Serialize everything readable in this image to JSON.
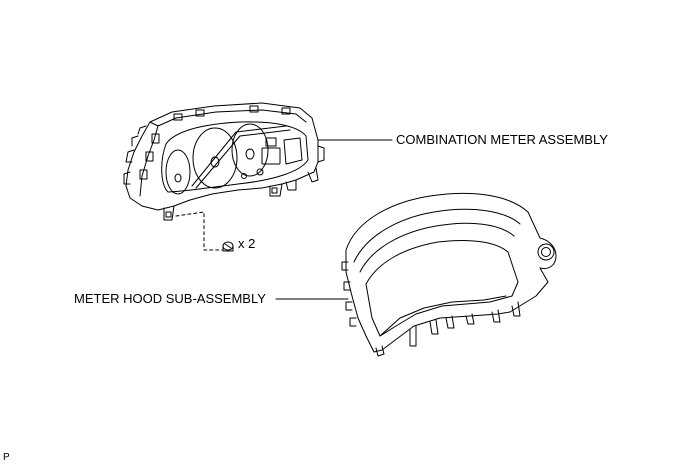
{
  "callouts": {
    "combination_meter": "COMBINATION METER ASSEMBLY",
    "meter_hood": "METER HOOD SUB-ASSEMBLY",
    "screw_quantity": "x 2"
  },
  "figure_code": "P",
  "colors": {
    "line": "#000000",
    "background": "#ffffff"
  }
}
